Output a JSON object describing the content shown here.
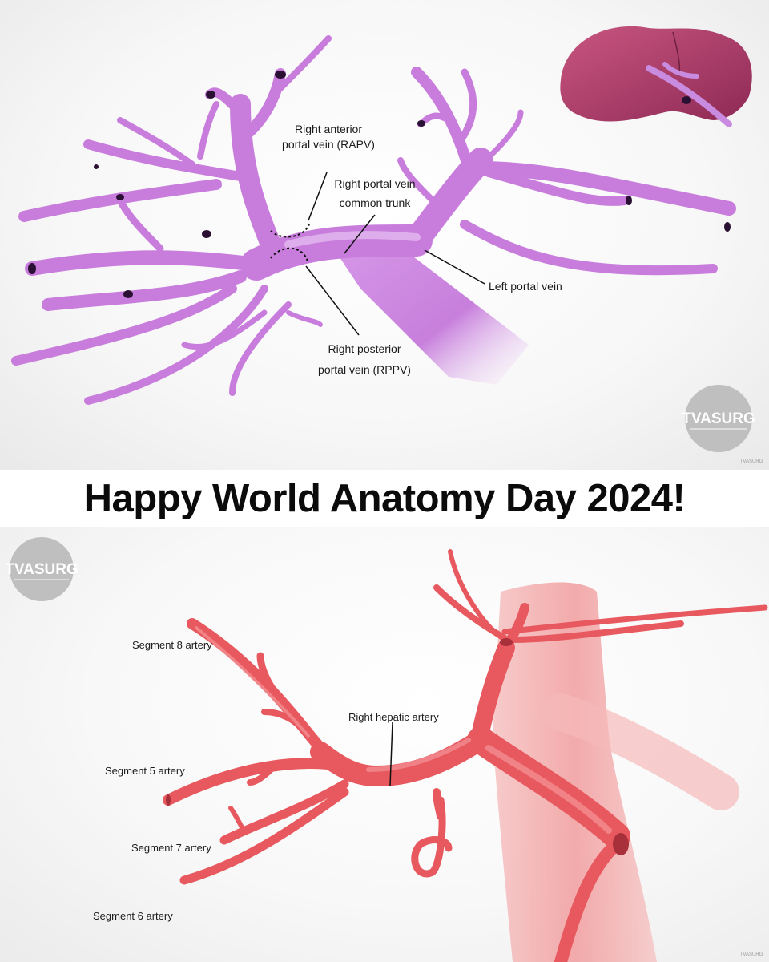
{
  "top": {
    "labels": {
      "rapv_line1": "Right anterior",
      "rapv_line2": "portal vein (RAPV)",
      "rpv_line1": "Right portal vein",
      "rpv_line2": "common trunk",
      "lpv": "Left portal vein",
      "rppv_line1": "Right posterior",
      "rppv_line2": "portal vein (RPPV)"
    },
    "logo": {
      "name": "TVASURG",
      "icon": "tvasurg-logo"
    },
    "watermark": "TVASURG",
    "colors": {
      "vessel": "#cf7fe3",
      "vessel_dark": "#a24fbf",
      "liver": "#b3416e"
    }
  },
  "banner": {
    "title": "Happy World Anatomy Day 2024!"
  },
  "bottom": {
    "labels": {
      "seg8": "Segment 8 artery",
      "rha": "Right hepatic artery",
      "seg5": "Segment 5 artery",
      "seg7": "Segment 7 artery",
      "seg6": "Segment 6 artery"
    },
    "logo": {
      "name": "TVASURG",
      "icon": "tvasurg-logo"
    },
    "watermark": "TVASURG",
    "colors": {
      "artery": "#e8575e",
      "artery_dark": "#c63a44",
      "vein_bg": "#f4b2b3"
    }
  }
}
